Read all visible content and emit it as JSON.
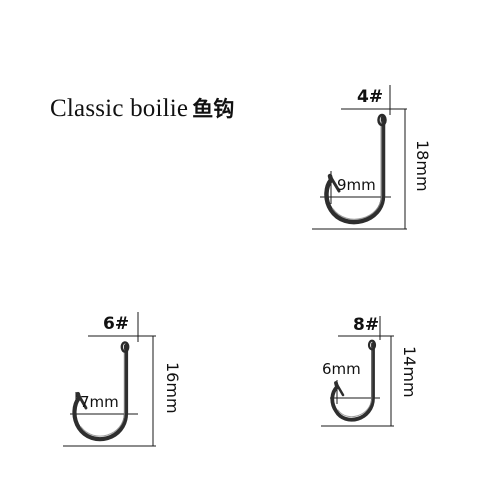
{
  "title": {
    "product": "Classic boilie",
    "cjk": "鱼钩"
  },
  "hooks": [
    {
      "id": "hook-4",
      "size": "4#",
      "gape": "9mm",
      "length": "18mm"
    },
    {
      "id": "hook-6",
      "size": "6#",
      "gape": "7mm",
      "length": "16mm"
    },
    {
      "id": "hook-8",
      "size": "8#",
      "gape": "6mm",
      "length": "14mm"
    }
  ],
  "colors": {
    "hook": "#2e2e2e",
    "guide": "#1a1a1a",
    "background": "#ffffff"
  }
}
